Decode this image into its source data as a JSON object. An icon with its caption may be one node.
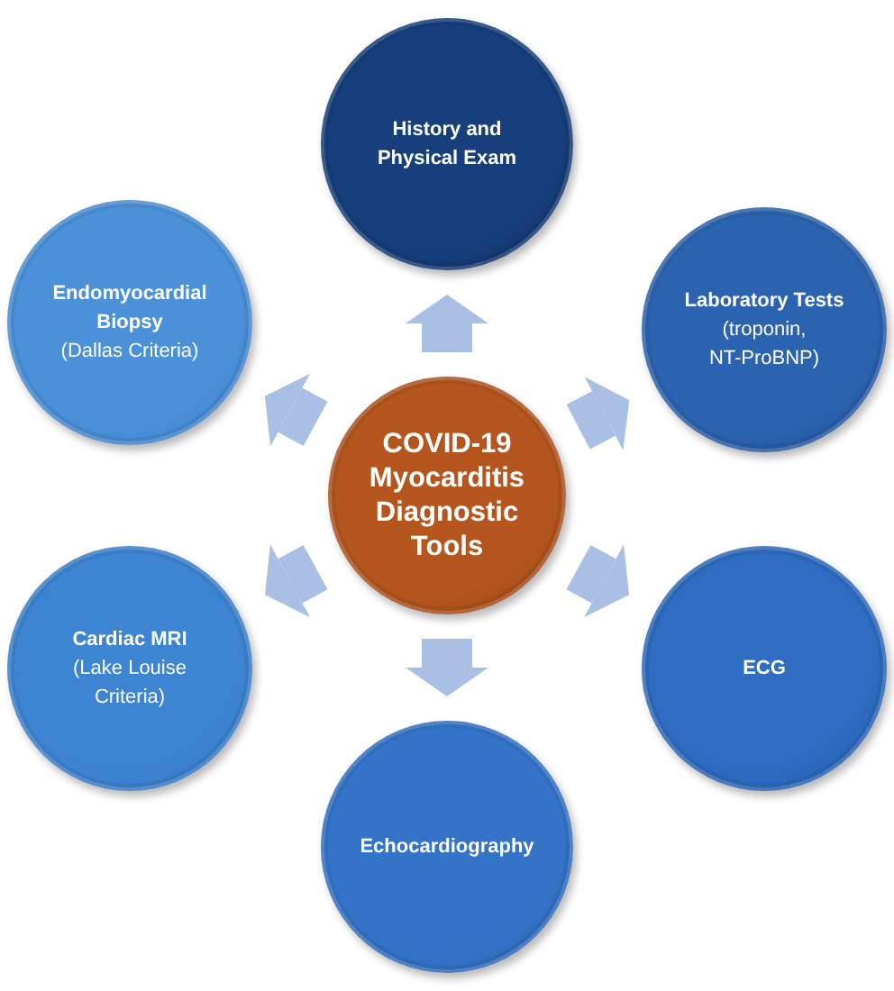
{
  "diagram": {
    "nodes": [
      {
        "text": [
          "History and Physical Exam"
        ]
      },
      {
        "text": [
          "Endomyocardial Biopsy",
          "(Dallas Criteria)"
        ]
      },
      {
        "text": [
          "Laboratory Tests",
          "(troponin, NT-ProBNP)"
        ]
      },
      {
        "text": [
          "COVID-19 Myocarditis Diagnostic Tools"
        ]
      },
      {
        "text": [
          "Cardiac MRI",
          "(Lake Louise Criteria)"
        ]
      },
      {
        "text": [
          "ECG"
        ]
      },
      {
        "text": [
          "Echocardiography"
        ]
      }
    ],
    "edges": [
      {
        "from": 3,
        "to": 0,
        "arrow": "to"
      },
      {
        "from": 3,
        "to": 1,
        "arrow": "to"
      },
      {
        "from": 3,
        "to": 2,
        "arrow": "to"
      },
      {
        "from": 3,
        "to": 4,
        "arrow": "to"
      },
      {
        "from": 3,
        "to": 5,
        "arrow": "to"
      },
      {
        "from": 3,
        "to": 6,
        "arrow": "to"
      }
    ]
  }
}
